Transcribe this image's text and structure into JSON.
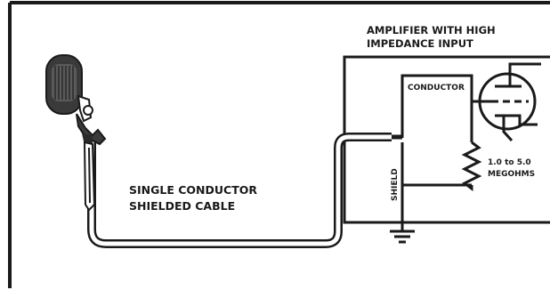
{
  "labels": {
    "amplifier_line1": "AMPLIFIER WITH HIGH",
    "amplifier_line2": "IMPEDANCE INPUT",
    "conductor": "CONDUCTOR",
    "shield": "SHIELD",
    "resistor_line1": "1.0 to 5.0",
    "resistor_line2": "MEGOHMS",
    "cable_line1": "SINGLE CONDUCTOR",
    "cable_line2": "SHIELDED CABLE"
  },
  "colors": {
    "ink": "#1a1a1a",
    "paper": "#ffffff",
    "mic_body": "#3a3a3a",
    "mic_grille": "#5a5a5a"
  }
}
